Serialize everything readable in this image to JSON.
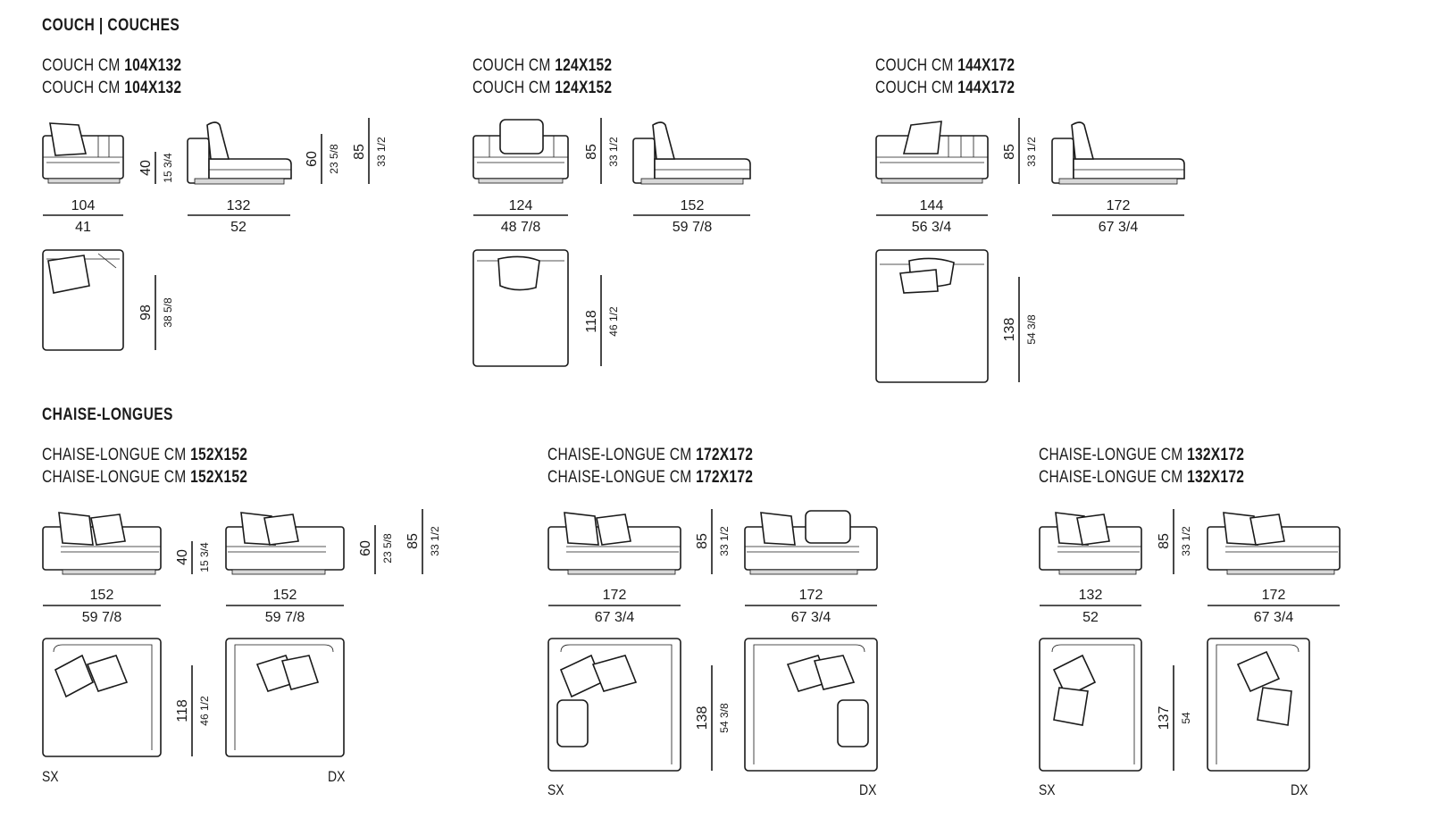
{
  "sections": {
    "couches_title": "COUCH | COUCHES",
    "chaise_title": "CHAISE-LONGUES"
  },
  "couches": [
    {
      "line1_prefix": "COUCH CM ",
      "line1_size": "104X132",
      "line2_prefix": "COUCH CM ",
      "line2_size": "104X132"
    },
    {
      "line1_prefix": "COUCH CM ",
      "line1_size": "124X152",
      "line2_prefix": "COUCH CM ",
      "line2_size": "124X152"
    },
    {
      "line1_prefix": "COUCH CM ",
      "line1_size": "144X172",
      "line2_prefix": "COUCH CM ",
      "line2_size": "144X172"
    }
  ],
  "chaises": [
    {
      "line1_prefix": "CHAISE-LONGUE CM ",
      "line1_size": "152X152",
      "line2_prefix": "CHAISE-LONGUE CM ",
      "line2_size": "152X152",
      "sx": "SX",
      "dx": "DX"
    },
    {
      "line1_prefix": "CHAISE-LONGUE CM ",
      "line1_size": "172X172",
      "line2_prefix": "CHAISE-LONGUE CM ",
      "line2_size": "172X172",
      "sx": "SX",
      "dx": "DX"
    },
    {
      "line1_prefix": "CHAISE-LONGUE CM ",
      "line1_size": "132X172",
      "line2_prefix": "CHAISE-LONGUE CM ",
      "line2_size": "132X172",
      "sx": "SX",
      "dx": "DX"
    }
  ],
  "dims": {
    "c1_front_w_cm": "104",
    "c1_front_w_in": "41",
    "c1_side_w_cm": "132",
    "c1_side_w_in": "52",
    "c1_seat_h_cm": "40",
    "c1_seat_h_in": "15 3/4",
    "c1_arm_h_cm": "60",
    "c1_arm_h_in": "23 5/8",
    "c1_back_h_cm": "85",
    "c1_back_h_in": "33 1/2",
    "c1_plan_d_cm": "98",
    "c1_plan_d_in": "38 5/8",
    "c2_front_w_cm": "124",
    "c2_front_w_in": "48 7/8",
    "c2_side_w_cm": "152",
    "c2_side_w_in": "59 7/8",
    "c2_back_h_cm": "85",
    "c2_back_h_in": "33 1/2",
    "c2_plan_d_cm": "118",
    "c2_plan_d_in": "46 1/2",
    "c3_front_w_cm": "144",
    "c3_front_w_in": "56 3/4",
    "c3_side_w_cm": "172",
    "c3_side_w_in": "67 3/4",
    "c3_back_h_cm": "85",
    "c3_back_h_in": "33 1/2",
    "c3_plan_d_cm": "138",
    "c3_plan_d_in": "54 3/8",
    "l1_a_w_cm": "152",
    "l1_a_w_in": "59 7/8",
    "l1_b_w_cm": "152",
    "l1_b_w_in": "59 7/8",
    "l1_seat_h_cm": "40",
    "l1_seat_h_in": "15 3/4",
    "l1_arm_h_cm": "60",
    "l1_arm_h_in": "23 5/8",
    "l1_back_h_cm": "85",
    "l1_back_h_in": "33 1/2",
    "l1_plan_d_cm": "118",
    "l1_plan_d_in": "46 1/2",
    "l2_a_w_cm": "172",
    "l2_a_w_in": "67 3/4",
    "l2_b_w_cm": "172",
    "l2_b_w_in": "67 3/4",
    "l2_back_h_cm": "85",
    "l2_back_h_in": "33 1/2",
    "l2_plan_d_cm": "138",
    "l2_plan_d_in": "54 3/8",
    "l3_a_w_cm": "132",
    "l3_a_w_in": "52",
    "l3_b_w_cm": "172",
    "l3_b_w_in": "67 3/4",
    "l3_back_h_cm": "85",
    "l3_back_h_in": "33 1/2",
    "l3_plan_d_cm": "137",
    "l3_plan_d_in": "54"
  }
}
